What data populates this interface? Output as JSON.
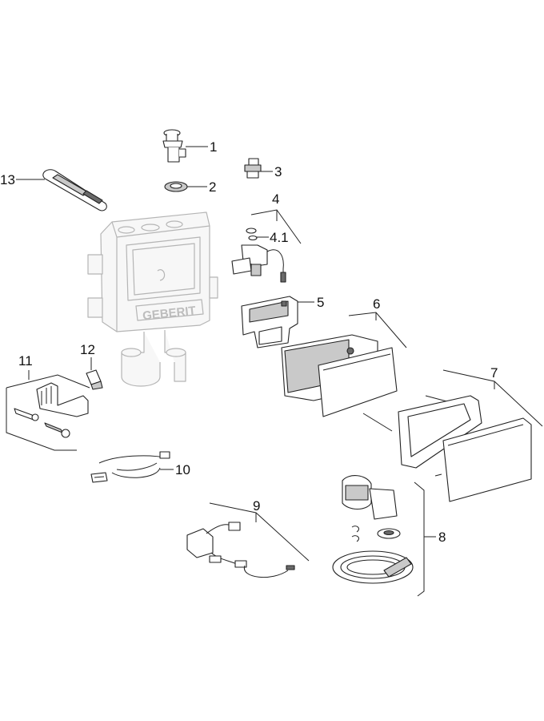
{
  "labels": {
    "l1": "1",
    "l2": "2",
    "l3": "3",
    "l4": "4",
    "l4_1": "4.1",
    "l5": "5",
    "l6": "6",
    "l7": "7",
    "l8": "8",
    "l9": "9",
    "l10": "10",
    "l11": "11",
    "l12": "12",
    "l13": "13"
  },
  "brand_text": "GEBERIT"
}
